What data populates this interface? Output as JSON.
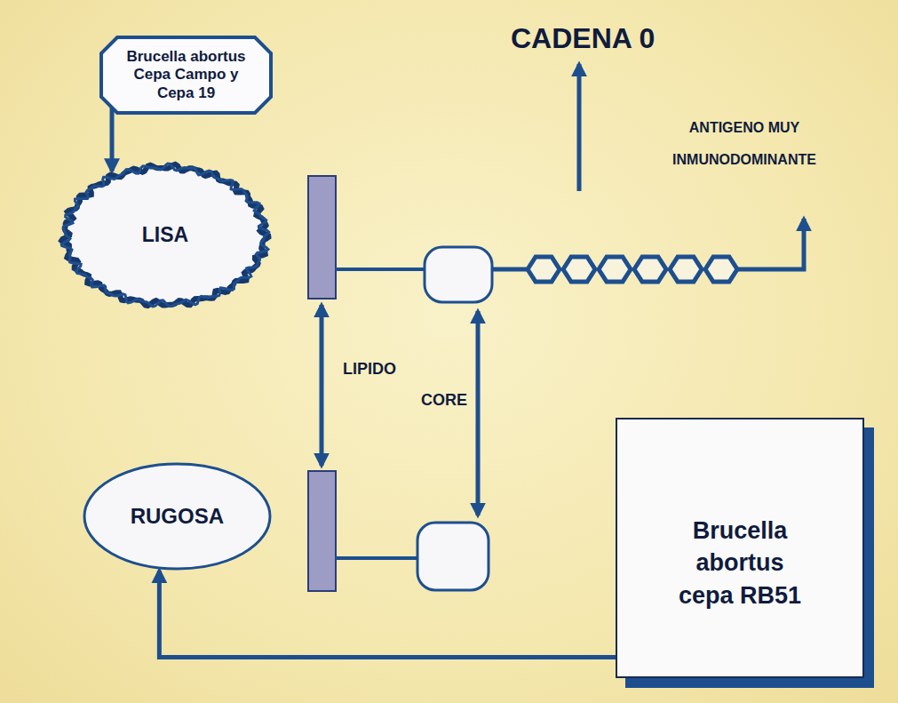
{
  "diagram": {
    "nodes": [
      {
        "text": [
          "Brucella abortus Cepa Campo y Cepa 19"
        ]
      },
      {
        "text": [
          "LISA"
        ]
      },
      {
        "text": [
          "RUGOSA"
        ]
      },
      {
        "text": [
          "Brucella abortus cepa RB51"
        ]
      }
    ],
    "edges": [
      {
        "from": 0,
        "to": 1,
        "arrow": "to"
      },
      {
        "from": 3,
        "to": 2,
        "arrow": "to"
      }
    ],
    "labels": [
      "CADENA 0",
      "ANTIGENO MUY INMUNODOMINANTE",
      "LIPIDO",
      "CORE"
    ]
  }
}
